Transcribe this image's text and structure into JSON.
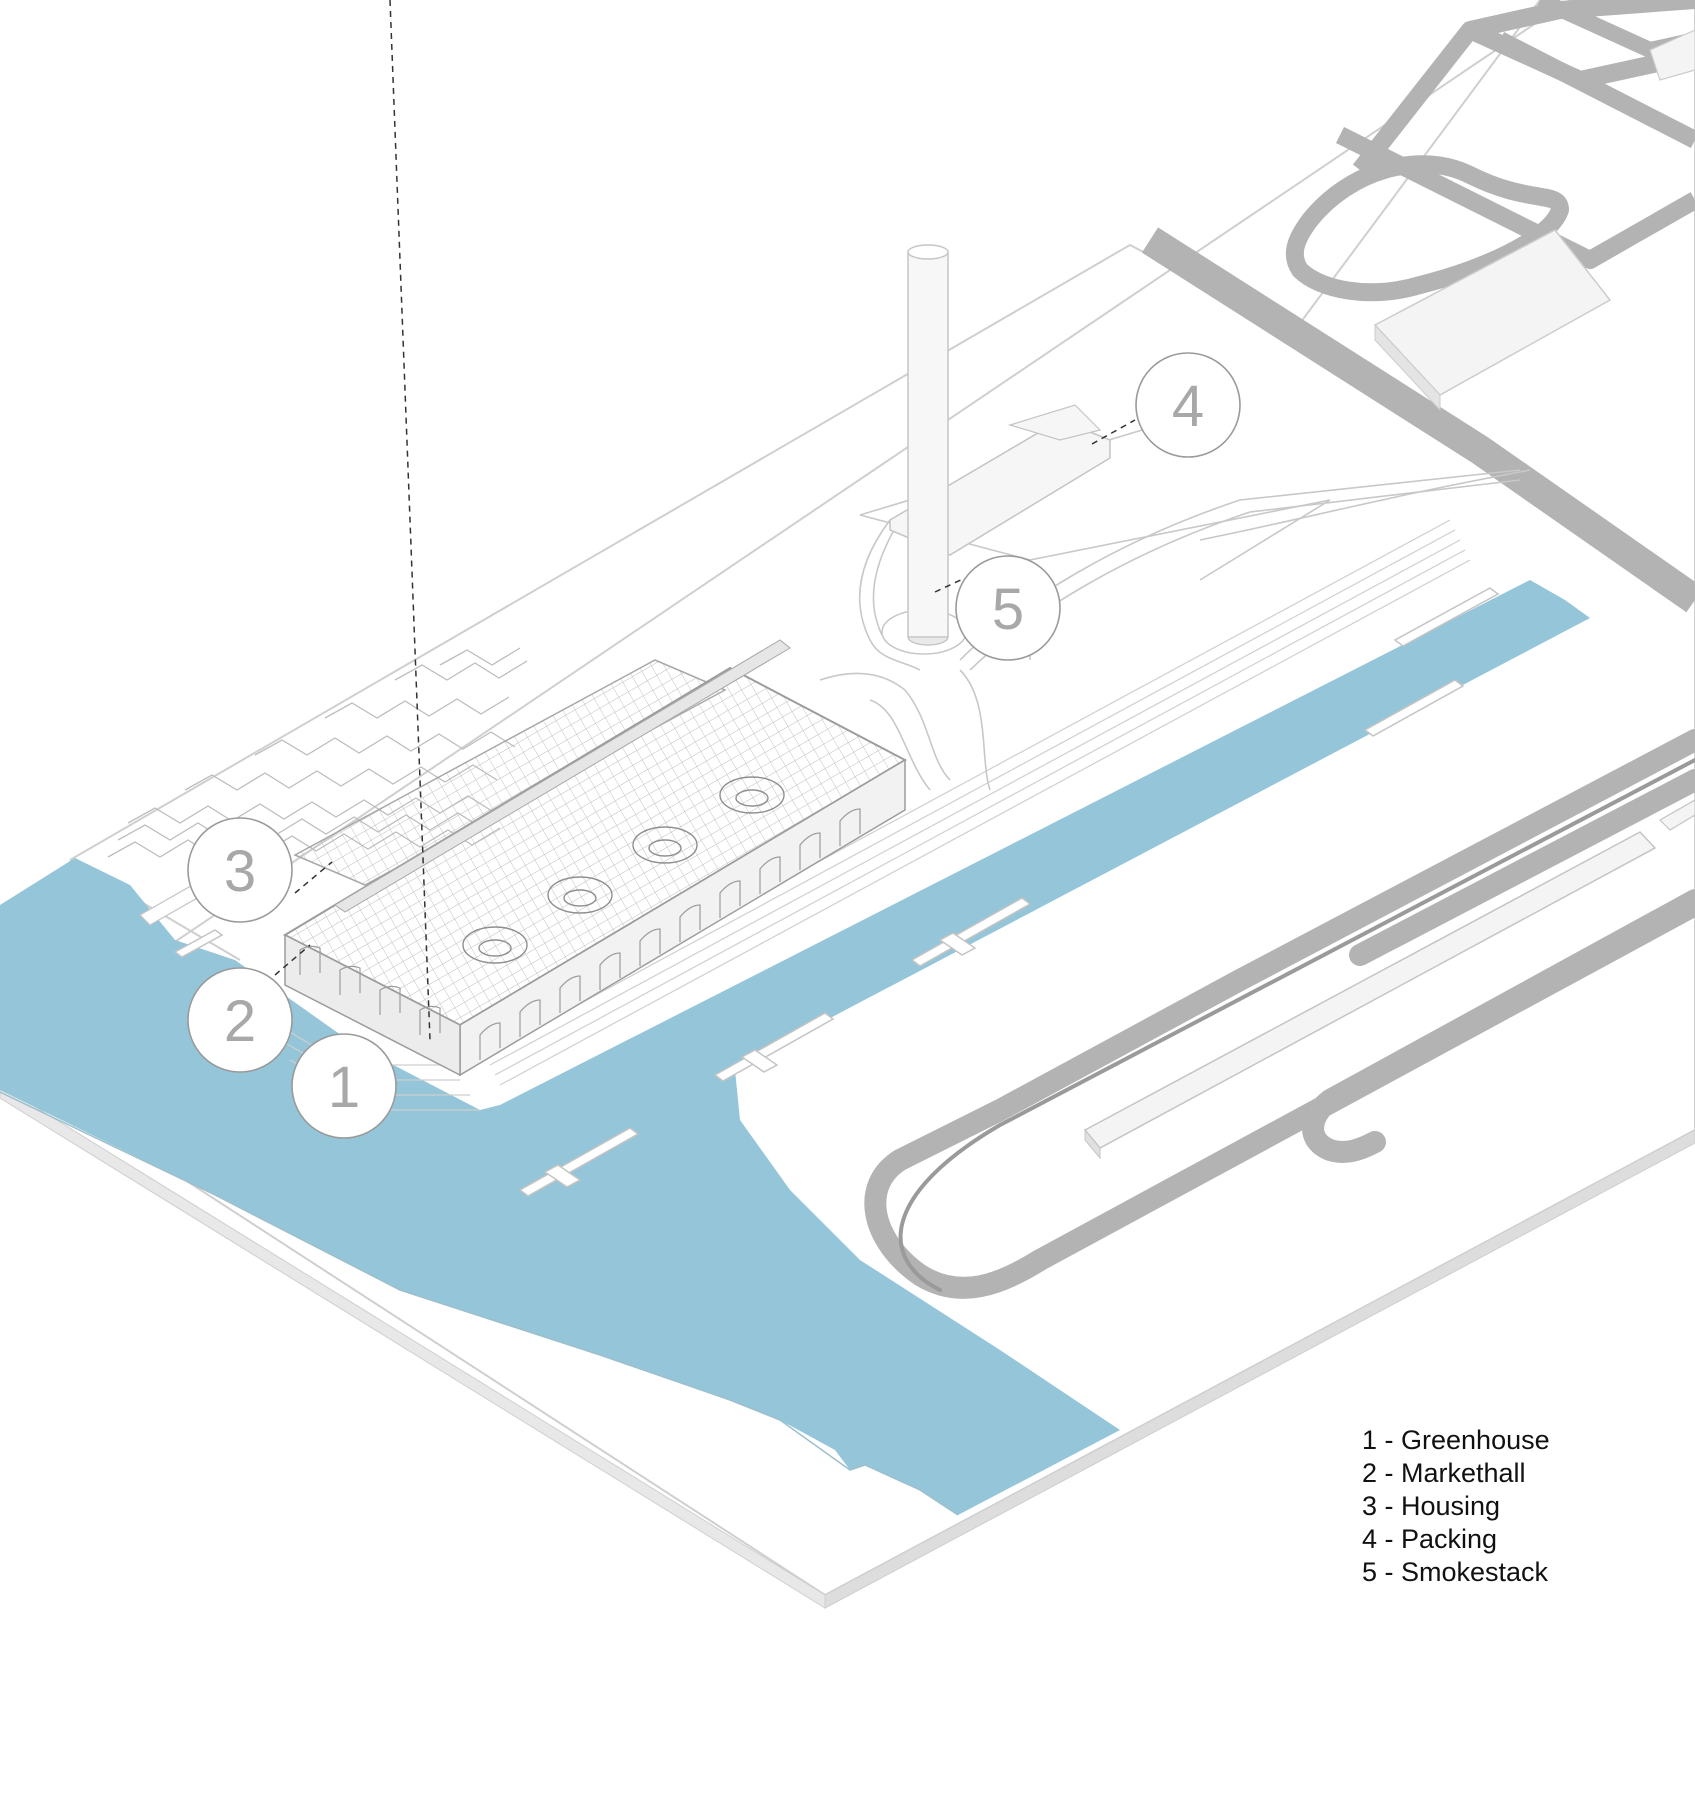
{
  "colors": {
    "water": "#94c5d9",
    "road": "#b8b8b8",
    "road_dark": "#9c9c9c",
    "ground": "#ffffff",
    "edge": "#d0d0d0",
    "building": "#f4f4f4",
    "callout": "#a8a8a8"
  },
  "callouts": [
    {
      "number": "1",
      "label": "Greenhouse"
    },
    {
      "number": "2",
      "label": "Markethall"
    },
    {
      "number": "3",
      "label": "Housing"
    },
    {
      "number": "4",
      "label": "Packing"
    },
    {
      "number": "5",
      "label": "Smokestack"
    }
  ],
  "legend": [
    "1 - Greenhouse",
    "2 - Markethall",
    "3 - Housing",
    "4 - Packing",
    "5 - Smokestack"
  ]
}
